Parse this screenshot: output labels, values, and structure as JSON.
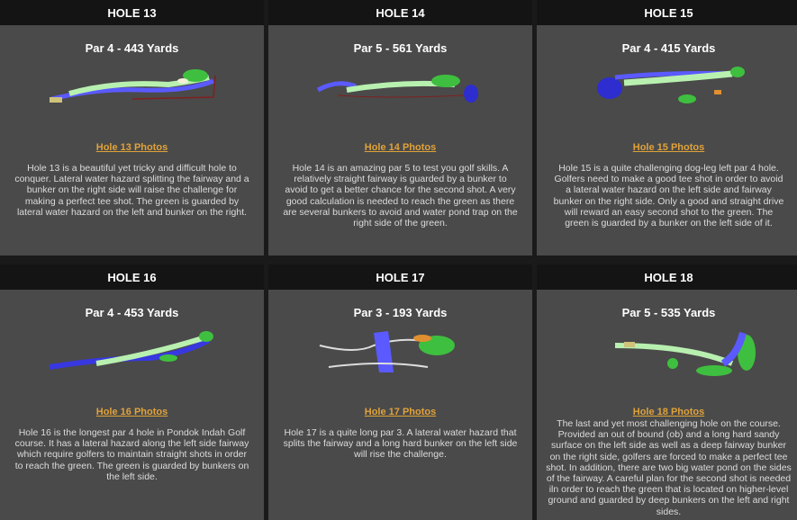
{
  "holes": [
    {
      "title": "HOLE 13",
      "subtitle": "Par 4 - 443 Yards",
      "link": "Hole 13 Photos",
      "description": "Hole 13 is a beautiful yet tricky and difficult hole to conquer. Lateral water hazard splitting the fairway and a bunker on the right side will raise the challenge for making a perfect tee shot.  The green is guarded by lateral water hazard on the left and bunker on the right."
    },
    {
      "title": "HOLE 14",
      "subtitle": "Par 5 - 561 Yards",
      "link": "Hole 14 Photos",
      "description": "Hole 14 is an amazing par 5 to test you golf skills. A relatively straight fairway is guarded by a bunker to avoid to get a better chance for the second shot. A very good calculation is needed to reach the green as there are several bunkers to avoid and water pond trap on the right side of the green."
    },
    {
      "title": "HOLE 15",
      "subtitle": "Par 4 - 415 Yards",
      "link": "Hole 15 Photos",
      "description": "Hole 15 is  a quite challenging dog-leg left par 4 hole. Golfers need to make a good tee shot in order to avoid a lateral water hazard on the left side and fairway bunker on the right side. Only a good and straight drive will reward an easy second shot to the green. The green is guarded by a bunker on the left side of it."
    },
    {
      "title": "HOLE 16",
      "subtitle": "Par 4 - 453 Yards",
      "link": "Hole 16 Photos",
      "description": "Hole 16 is the longest par 4 hole in Pondok Indah Golf course. It has a lateral hazard along the left side fairway which require golfers to maintain straight shots in order to reach the green. The green is guarded by bunkers on the left side."
    },
    {
      "title": "HOLE 17",
      "subtitle": "Par 3 - 193 Yards",
      "link": "Hole 17 Photos",
      "description": "Hole 17 is  a quite long par 3. A lateral water hazard that splits the fairway and a long hard bunker on the left side will rise the challenge."
    },
    {
      "title": "HOLE 18",
      "subtitle": "Par 5 - 535 Yards",
      "link": "Hole 18 Photos",
      "description": "The last and yet most challenging hole on the course. Provided an out of bound (ob) and a long hard sandy surface on the left side as well as a deep fairway bunker on the right side, golfers are forced to make a perfect tee shot. In addition, there are two big water pond on the sides of the fairway.  A careful plan for the second shot is needed  iln order to reach the green that is located on higher-level ground and guarded by deep bunkers on the left and right sides."
    }
  ],
  "colors": {
    "panel": "#4a4a4a",
    "header": "#141414",
    "link": "#e0a23a",
    "text": "#dcdcdc"
  }
}
